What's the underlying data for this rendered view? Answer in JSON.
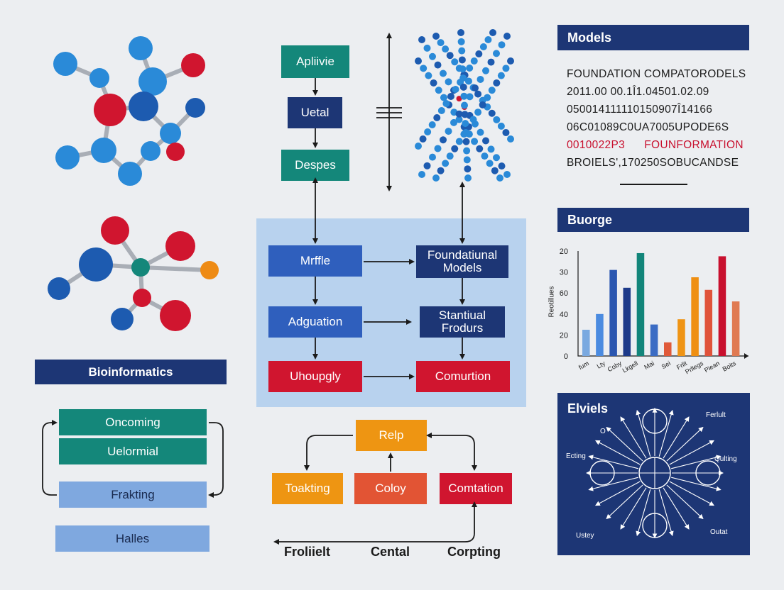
{
  "center_flow": {
    "top_boxes": [
      "Apliivie",
      "Uetal",
      "Despes"
    ],
    "left_column": [
      "Mrffle",
      "Adguation",
      "Uhoupgly"
    ],
    "right_column": [
      "Foundatiunal Models",
      "Stantiual Frodurs",
      "Comurtion"
    ]
  },
  "bottom_cycle": {
    "top": "Relp",
    "left": "Toakting",
    "middle": "Coloy",
    "right": "Comtation",
    "labels": [
      "Froliielt",
      "Cental",
      "Corpting"
    ]
  },
  "bioinformatics": {
    "title": "Bioinformatics",
    "items": [
      "Oncoming",
      "Uelormial",
      "Frakting",
      "Halles"
    ]
  },
  "models_panel": {
    "title": "Models",
    "lines": [
      {
        "text": "FOUNDATION COMPATORODELS",
        "color": "#1c1c1c"
      },
      {
        "text": "2011.00 00.1Î1.04501.02.09",
        "color": "#1c1c1c"
      },
      {
        "text": "050014111110150907Î14166",
        "color": "#1c1c1c"
      },
      {
        "text": "06C01089C0UA7005UPODE6S",
        "color": "#1c1c1c"
      },
      {
        "text": "0010022P3",
        "color": "#c8102e",
        "suffix": "FOUNFORMATION"
      },
      {
        "text": "BROIELS',170250SOBUCANDSE",
        "color": "#1c1c1c"
      }
    ]
  },
  "chart_data": {
    "type": "bar",
    "title": "Buorge",
    "ylabel": "Reotillues",
    "yticks": [
      "0",
      "20",
      "40",
      "60",
      "30",
      "20"
    ],
    "ylim": [
      0,
      100
    ],
    "categories": [
      "fum",
      "Lty",
      "Coby",
      "Lkgell",
      "Mai",
      "Sei",
      "Frlit",
      "Prllegs",
      "Piean",
      "Boits"
    ],
    "values": [
      25,
      40,
      82,
      65,
      98,
      30,
      13,
      35,
      75,
      63,
      95,
      52
    ],
    "colors": [
      "#7aa9e0",
      "#4b8be0",
      "#2a56b0",
      "#1d3a8a",
      "#12857a",
      "#3b6cc4",
      "#e05a3a",
      "#ef9415",
      "#ef8f12",
      "#e0523a",
      "#c8102e",
      "#e07a52"
    ]
  },
  "network_panel": {
    "title": "Elviels",
    "labels": [
      "Ferlult",
      "O",
      "Ecting",
      "Qulting",
      "Ustey",
      "Outat"
    ]
  },
  "colors": {
    "navy": "#1d3675",
    "teal": "#14877a",
    "blue": "#2f5fbd",
    "red": "#d0152f",
    "orange": "#ee9512"
  }
}
